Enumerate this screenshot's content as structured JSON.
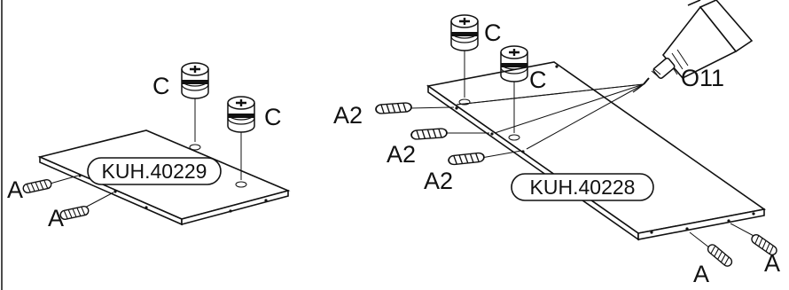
{
  "left_panel": {
    "part_code": "KUH.40229",
    "labels": {
      "cam_top": "C",
      "cam_right": "C",
      "dowel_top": "A",
      "dowel_bottom": "A"
    }
  },
  "right_panel": {
    "part_code": "KUH.40228",
    "labels": {
      "cam_top": "C",
      "cam_right": "C",
      "glue_tube": "O11",
      "dowel_1": "A2",
      "dowel_2": "A2",
      "dowel_3": "A2",
      "dowel_bottom_left": "A",
      "dowel_bottom_right": "A"
    }
  }
}
